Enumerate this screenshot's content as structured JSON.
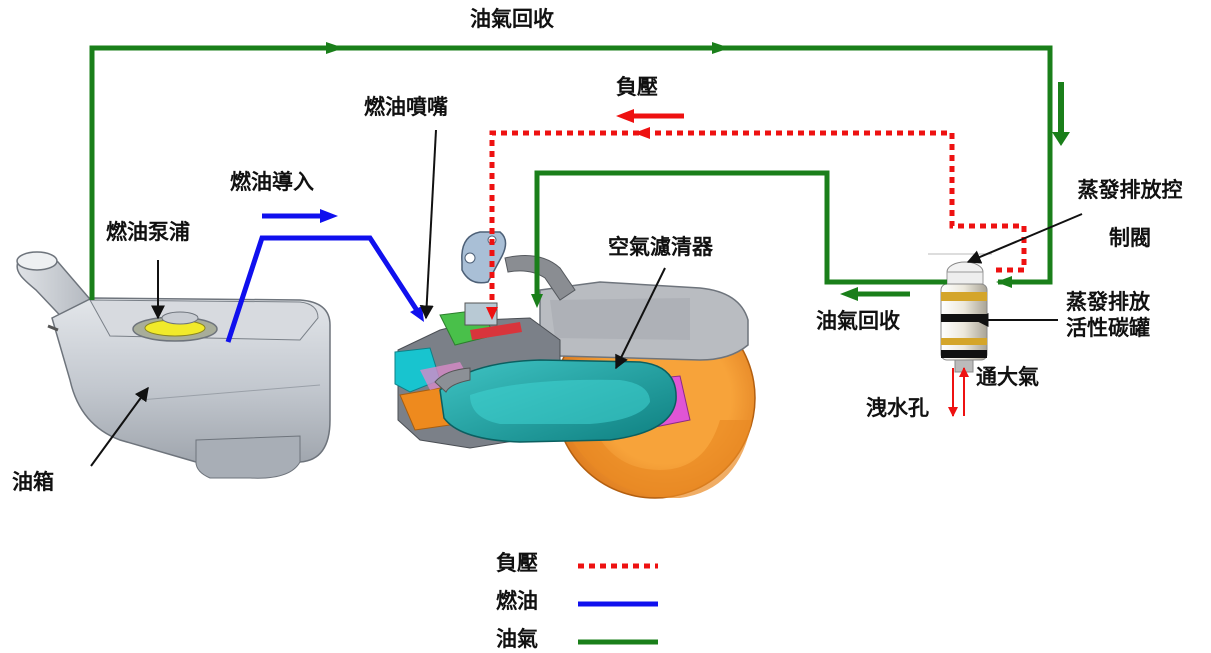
{
  "labels": {
    "vapor_recovery_top": "油氣回收",
    "negative_pressure_top": "負壓",
    "fuel_injector": "燃油噴嘴",
    "fuel_inlet": "燃油導入",
    "fuel_pump": "燃油泵浦",
    "air_cleaner": "空氣濾清器",
    "evap_valve_line1": "蒸發排放控",
    "evap_valve_line2": "制閥",
    "vapor_recovery_mid": "油氣回收",
    "canister_line1": "蒸發排放",
    "canister_line2": "活性碳罐",
    "atmosphere": "通大氣",
    "drain_hole": "洩水孔",
    "fuel_tank": "油箱"
  },
  "legend": [
    {
      "label": "負壓",
      "style": "dotted",
      "color": "#ff0000"
    },
    {
      "label": "燃油",
      "style": "solid",
      "color": "#0000ff"
    },
    {
      "label": "油氣",
      "style": "solid",
      "color": "#008000"
    }
  ],
  "colors": {
    "vapor": "#1a7f1a",
    "fuel": "#1010ee",
    "negative_pressure": "#ee1111",
    "engine_cover": "#19a5a5",
    "wheel": "#ee8a1e",
    "tank": "#c8ccd3"
  }
}
